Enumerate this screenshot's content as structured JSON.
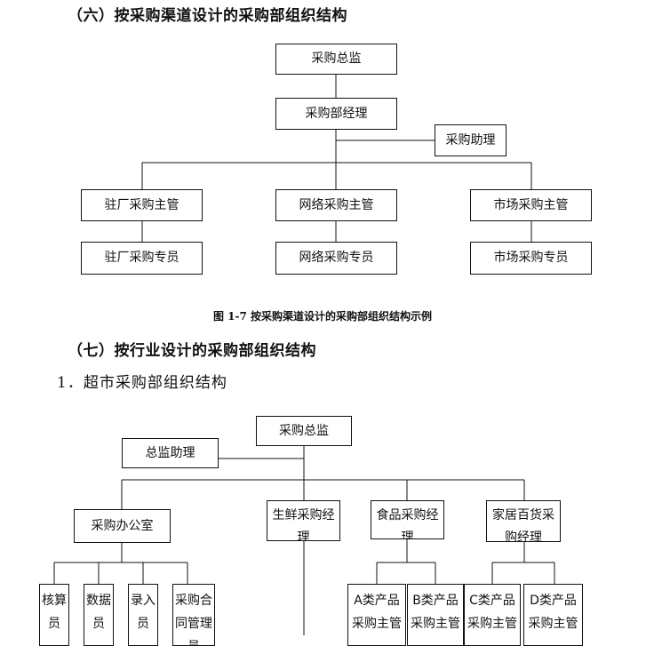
{
  "section6": {
    "heading": "（六）按采购渠道设计的采购部组织结构",
    "director": "采购总监",
    "manager": "采购部经理",
    "assistant": "采购助理",
    "supervisors": [
      "驻厂采购主管",
      "网络采购主管",
      "市场采购主管"
    ],
    "specialists": [
      "驻厂采购专员",
      "网络采购专员",
      "市场采购专员"
    ],
    "caption": "图 1-7  按采购渠道设计的采购部组织结构示例"
  },
  "section7": {
    "heading": "（七）按行业设计的采购部组织结构",
    "subheading": "1．超市采购部组织结构",
    "director": "采购总监",
    "assistant": "总监助理",
    "office": "采购办公室",
    "managers": [
      "生鲜采购经理",
      "食品采购经理",
      "家居百货采购经理"
    ],
    "office_staff": [
      "核算员",
      "数据员",
      "录入员",
      "采购合同管理员"
    ],
    "food_supervisors": [
      "A类产品采购主管",
      "B类产品采购主管"
    ],
    "home_supervisors": [
      "C类产品采购主管",
      "D类产品采购主管"
    ]
  }
}
